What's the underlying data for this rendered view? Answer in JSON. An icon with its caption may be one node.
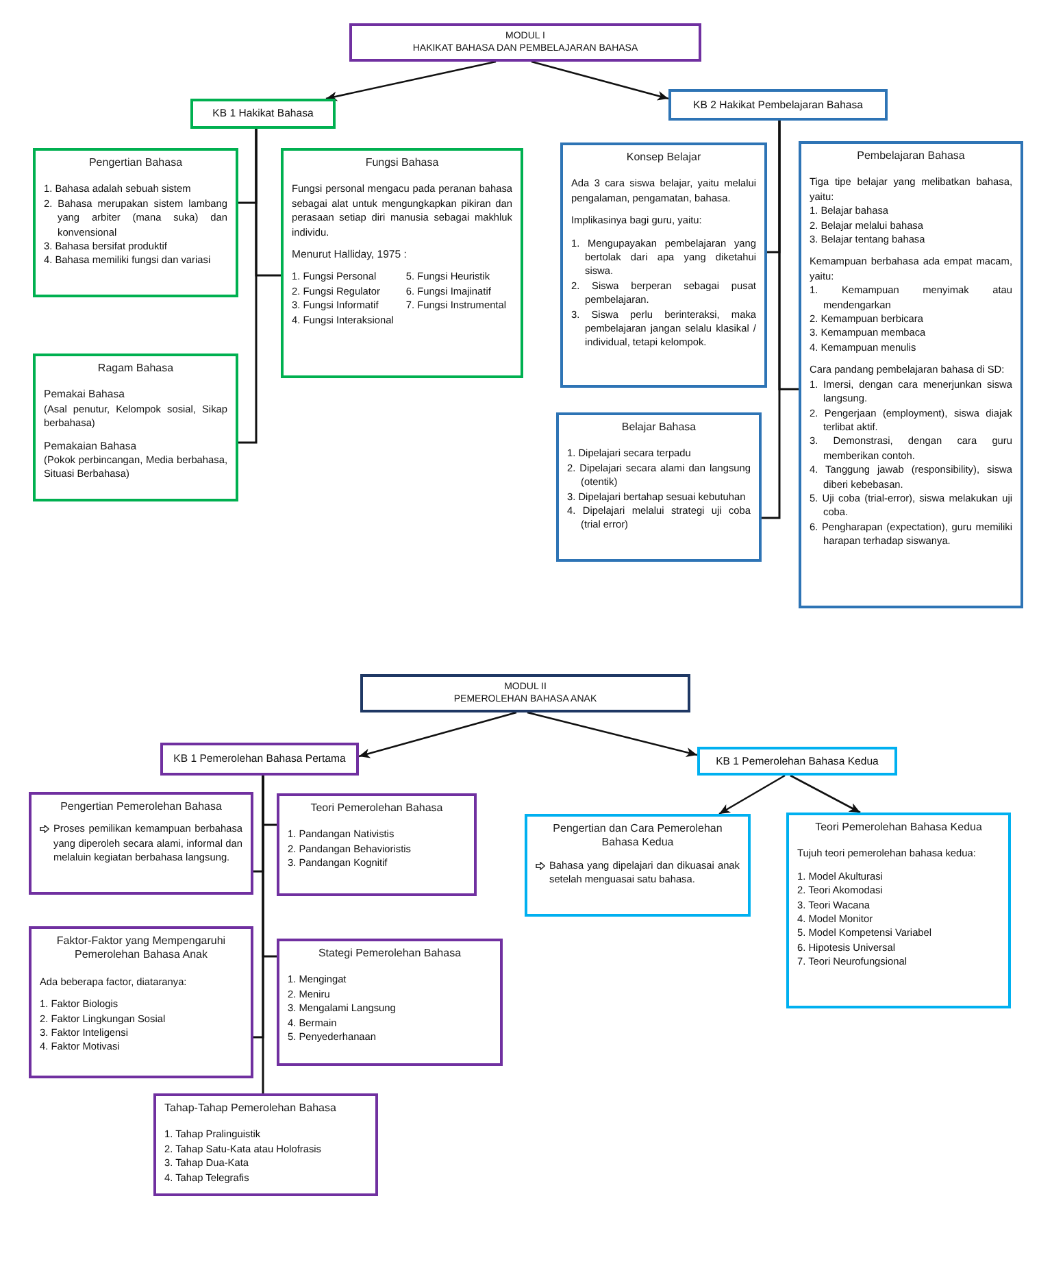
{
  "diagram": {
    "nodes": [
      {
        "text": [
          "MODUL I",
          "HAKIKAT BAHASA DAN PEMBELAJARAN BAHASA"
        ]
      },
      {
        "text": [
          "KB 1 Hakikat Bahasa"
        ]
      },
      {
        "text": [
          "KB 2 Hakikat Pembelajaran Bahasa"
        ]
      },
      {
        "text": [
          "Pengertian Bahasa",
          "1. Bahasa adalah sebuah sistem",
          "2. Bahasa merupakan sistem lambang yang arbiter (mana suka) dan konvensional",
          "3. Bahasa bersifat produktif",
          "4. Bahasa memiliki fungsi dan variasi"
        ]
      },
      {
        "text": [
          "Fungsi Bahasa",
          "Fungsi personal mengacu pada peranan bahasa sebagai alat untuk mengungkapkan pikiran dan perasaan setiap diri manusia sebagai makhluk individu.",
          "Menurut Halliday, 1975 :",
          "1. Fungsi Personal",
          "2. Fungsi Regulator",
          "3. Fungsi Informatif",
          "4. Fungsi Interaksional",
          "5. Fungsi Heuristik",
          "6. Fungsi Imajinatif",
          "7. Fungsi Instrumental"
        ]
      },
      {
        "text": [
          "Ragam Bahasa",
          "Pemakai Bahasa",
          "(Asal penutur, Kelompok sosial, Sikap berbahasa)",
          "Pemakaian Bahasa",
          "(Pokok perbincangan, Media berbahasa, Situasi Berbahasa)"
        ]
      },
      {
        "text": [
          "Konsep Belajar",
          "Ada 3 cara siswa belajar, yaitu melalui pengalaman, pengamatan, bahasa.",
          "Implikasinya bagi guru, yaitu:",
          "1. Mengupayakan pembelajaran yang bertolak dari apa yang diketahui siswa.",
          "2. Siswa berperan sebagai pusat pembelajaran.",
          "3. Siswa perlu berinteraksi, maka pembelajaran jangan selalu klasikal / individual, tetapi kelompok."
        ]
      },
      {
        "text": [
          "Pembelajaran Bahasa",
          "Tiga tipe belajar yang melibatkan bahasa, yaitu:",
          "1. Belajar bahasa",
          "2. Belajar melalui bahasa",
          "3. Belajar tentang bahasa",
          "Kemampuan berbahasa ada empat macam, yaitu:",
          "1. Kemampuan menyimak atau mendengarkan",
          "2. Kemampuan berbicara",
          "3. Kemampuan membaca",
          "4. Kemampuan menulis",
          "Cara pandang pembelajaran bahasa di SD:",
          "1. Imersi, dengan cara menerjunkan siswa langsung.",
          "2. Pengerjaan (employment), siswa diajak terlibat aktif.",
          "3. Demonstrasi, dengan cara guru memberikan contoh.",
          "4. Tanggung jawab (responsibility), siswa diberi kebebasan.",
          "5. Uji coba (trial-error), siswa melakukan uji coba.",
          "6. Pengharapan (expectation), guru memiliki harapan terhadap siswanya."
        ]
      },
      {
        "text": [
          "Belajar Bahasa",
          "1. Dipelajari secara terpadu",
          "2. Dipelajari secara alami dan langsung (otentik)",
          "3. Dipelajari bertahap sesuai kebutuhan",
          "4. Dipelajari melalui strategi uji coba (trial error)"
        ]
      },
      {
        "text": [
          "MODUL II",
          "PEMEROLEHAN BAHASA ANAK"
        ]
      },
      {
        "text": [
          "KB 1 Pemerolehan Bahasa Pertama"
        ]
      },
      {
        "text": [
          "KB 1 Pemerolehan Bahasa Kedua"
        ]
      },
      {
        "text": [
          "Pengertian Pemerolehan Bahasa",
          "Proses pemilikan kemampuan berbahasa yang diperoleh secara alami, informal dan melaluin kegiatan berbahasa langsung."
        ]
      },
      {
        "text": [
          "Teori Pemerolehan Bahasa",
          "1. Pandangan Nativistis",
          "2. Pandangan Behavioristis",
          "3. Pandangan Kognitif"
        ]
      },
      {
        "text": [
          "Faktor-Faktor yang Mempengaruhi Pemerolehan Bahasa Anak",
          "Ada beberapa factor, diataranya:",
          "1. Faktor Biologis",
          "2. Faktor Lingkungan Sosial",
          "3. Faktor Inteligensi",
          "4. Faktor Motivasi"
        ]
      },
      {
        "text": [
          "Stategi Pemerolehan Bahasa",
          "1. Mengingat",
          "2. Meniru",
          "3. Mengalami Langsung",
          "4. Bermain",
          "5. Penyederhanaan"
        ]
      },
      {
        "text": [
          "Tahap-Tahap Pemerolehan Bahasa",
          "1. Tahap Pralinguistik",
          "2. Tahap Satu-Kata atau Holofrasis",
          "3. Tahap Dua-Kata",
          "4. Tahap Telegrafis"
        ]
      },
      {
        "text": [
          "Pengertian dan Cara Pemerolehan Bahasa Kedua",
          "Bahasa yang dipelajari dan dikuasai anak setelah menguasai satu bahasa."
        ]
      },
      {
        "text": [
          "Teori Pemerolehan Bahasa Kedua",
          "Tujuh teori pemerolehan bahasa kedua:",
          "1. Model Akulturasi",
          "2. Teori Akomodasi",
          "3. Teori Wacana",
          "4. Model Monitor",
          "5. Model Kompetensi Variabel",
          "6. Hipotesis Universal",
          "7. Teori Neurofungsional"
        ]
      }
    ],
    "edges": [
      {
        "from": 0,
        "to": 1,
        "arrow": "to"
      },
      {
        "from": 0,
        "to": 2,
        "arrow": "to"
      },
      {
        "from": 1,
        "to": 3,
        "arrow": "none"
      },
      {
        "from": 1,
        "to": 4,
        "arrow": "none"
      },
      {
        "from": 1,
        "to": 5,
        "arrow": "none"
      },
      {
        "from": 2,
        "to": 6,
        "arrow": "none"
      },
      {
        "from": 2,
        "to": 7,
        "arrow": "none"
      },
      {
        "from": 2,
        "to": 8,
        "arrow": "none"
      },
      {
        "from": 9,
        "to": 10,
        "arrow": "to"
      },
      {
        "from": 9,
        "to": 11,
        "arrow": "to"
      },
      {
        "from": 10,
        "to": 12,
        "arrow": "none"
      },
      {
        "from": 10,
        "to": 13,
        "arrow": "none"
      },
      {
        "from": 10,
        "to": 14,
        "arrow": "none"
      },
      {
        "from": 10,
        "to": 15,
        "arrow": "none"
      },
      {
        "from": 10,
        "to": 16,
        "arrow": "none"
      },
      {
        "from": 11,
        "to": 17,
        "arrow": "to"
      },
      {
        "from": 11,
        "to": 18,
        "arrow": "to"
      }
    ]
  }
}
